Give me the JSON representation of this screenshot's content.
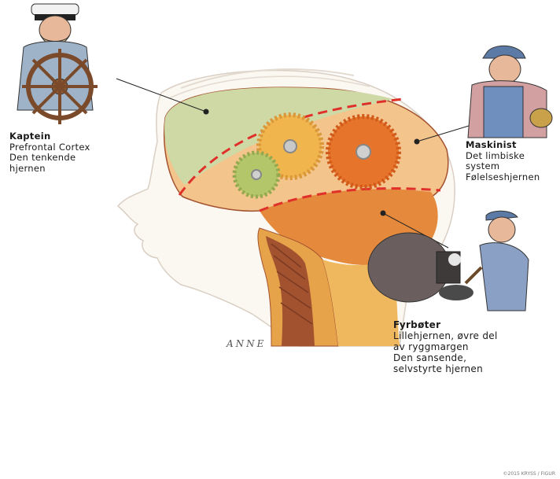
{
  "labels": {
    "kaptein": {
      "title": "Kaptein",
      "lines": [
        "Prefrontal Cortex",
        "Den tenkende",
        "hjernen"
      ]
    },
    "maskinist": {
      "title": "Maskinist",
      "lines": [
        "Det limbiske",
        "system",
        "Følelseshjernen"
      ]
    },
    "fyrboter": {
      "title": "Fyrbøter",
      "lines": [
        "Lillehjernen, øvre del",
        "av ryggmargen",
        "Den sansende,",
        "selvstyrte hjernen"
      ]
    }
  },
  "signature": "ANNE",
  "credit": "©2015 KRYSS / FIGUR",
  "colors": {
    "frontal": "#cfd9a6",
    "limbic": "#f3c48b",
    "cerebellum": "#e58a3c",
    "spine_outer": "#e6a34a",
    "spine_inner": "#a3522f",
    "dashed": "#e0302a",
    "skin": "#fbf7f1"
  }
}
